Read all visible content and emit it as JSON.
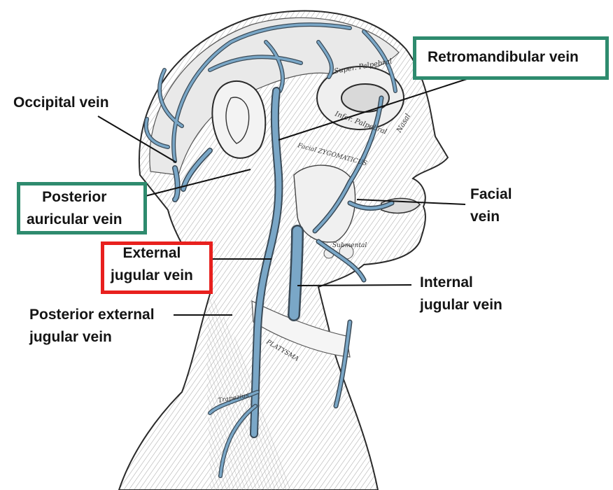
{
  "labels": {
    "retromandibular": "Retromandibular vein",
    "occipital": "Occipital vein",
    "posterior_auricular": [
      "Posterior",
      "auricular vein"
    ],
    "facial": [
      "Facial",
      "vein"
    ],
    "external_jugular": [
      "External",
      "jugular vein"
    ],
    "internal_jugular": [
      "Internal",
      "jugular vein"
    ],
    "posterior_external_jugular": [
      "Posterior external",
      "jugular vein"
    ]
  },
  "engraving_labels": {
    "super_palpebral": "Super. Palpebral",
    "infer_palpebral": "Infer. Palpebral",
    "nasal": "Nasal",
    "zygomaticus": "Facial ZYGOMATICUS",
    "platysma": "PLATYSMA",
    "trapezius": "Trapezius",
    "submental": "Submental"
  },
  "colors": {
    "highlight_green": "#2e8b6e",
    "highlight_red": "#e8201e",
    "vein_blue": "#7aa7c7",
    "vein_outline": "#3a4a57",
    "ink": "#2a2a2a"
  }
}
